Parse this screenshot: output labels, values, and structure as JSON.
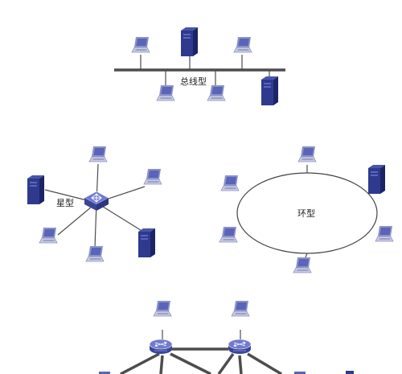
{
  "topologies": {
    "bus": {
      "label": "总线型"
    },
    "star": {
      "label": "星型"
    },
    "ring": {
      "label": "环型"
    },
    "mesh": {
      "label": ""
    }
  },
  "colors": {
    "line": "#4d4d4d",
    "server_front": "#2f3a8f",
    "server_side": "#1c2466",
    "laptop_screen": "#5a64b8",
    "laptop_frame": "#8a92c8",
    "laptop_base": "#c9ccdf",
    "switch_top": "#6f7bd0",
    "switch_side": "#3b4596",
    "ring_stroke": "#444444"
  },
  "icons": [
    "laptop-icon",
    "server-icon",
    "switch-icon",
    "router-icon"
  ]
}
